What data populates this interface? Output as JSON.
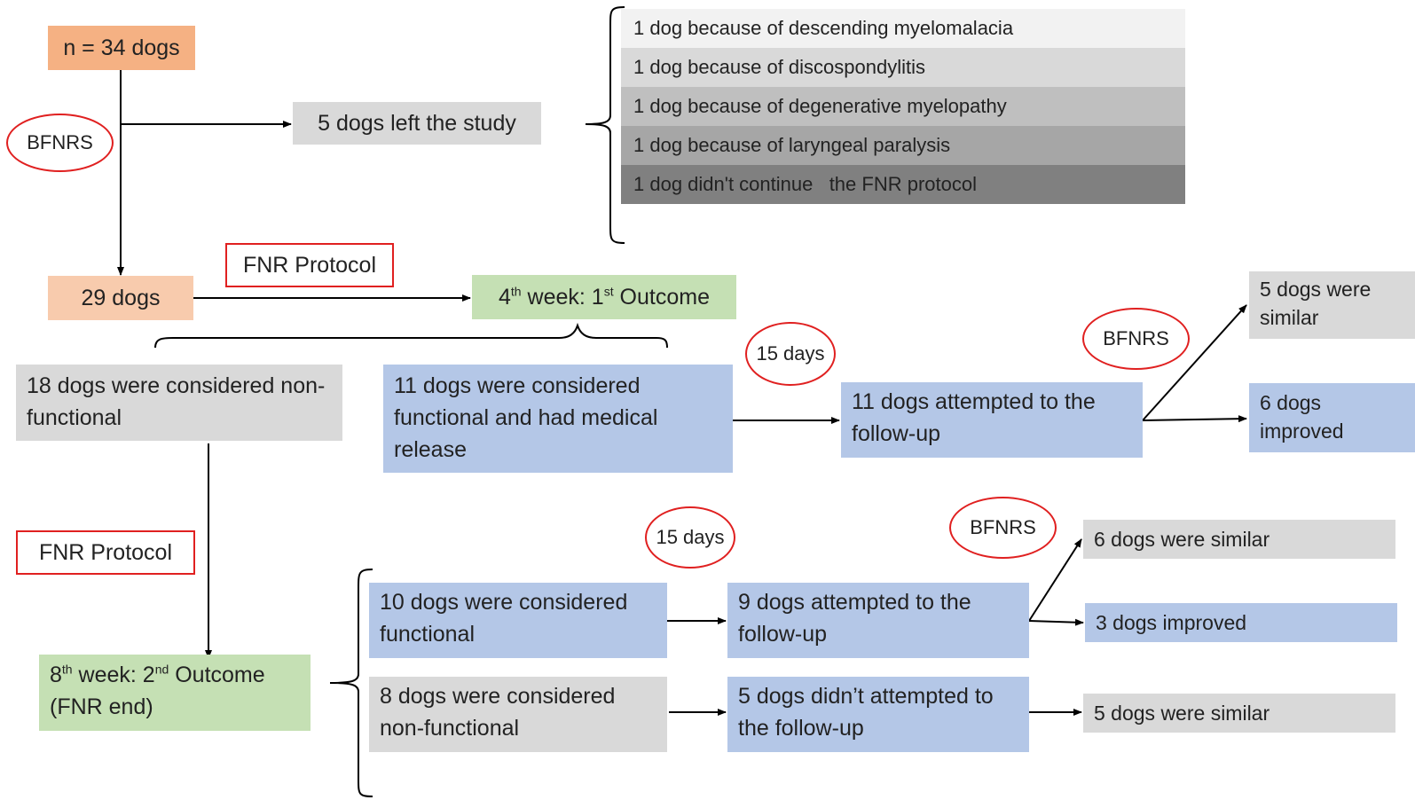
{
  "start": {
    "label": "n = 34 dogs"
  },
  "bfnrs_label": "BFNRS",
  "left_study": {
    "label": "5 dogs left the study"
  },
  "reasons": [
    "1 dog because of descending myelomalacia",
    "1 dog because of discospondylitis",
    "1 dog because of degenerative myelopathy",
    "1 dog because of laryngeal paralysis",
    "1 dog didn't continue   the FNR protocol"
  ],
  "remaining": {
    "label": "29 dogs"
  },
  "fnr_label": "FNR Protocol",
  "outcome1": {
    "pre1": "4",
    "sup1": "th",
    "mid": " week: 1",
    "sup2": "st",
    "post": " Outcome"
  },
  "days_label": "15 days",
  "nonfunctional_18": "18 dogs were considered non-functional",
  "functional_11": "11 dogs were considered functional and had medical release",
  "followup_11": "11 dogs attempted to the follow-up",
  "similar_5": "5 dogs were similar",
  "improved_6": "6 dogs improved",
  "outcome2": {
    "pre1": "8",
    "sup1": "th",
    "mid": " week: 2",
    "sup2": "nd",
    "post": " Outcome",
    "line2": "(FNR end)"
  },
  "functional_10": "10 dogs were considered functional",
  "followup_9": "9 dogs attempted to the follow-up",
  "similar_6": "6 dogs were similar",
  "improved_3": "3 dogs improved",
  "nonfunctional_8": "8 dogs were considered non-functional",
  "not_followup_5": "5 dogs didn’t attempted to the follow-up",
  "similar_5b": "5 dogs were similar",
  "colors": {
    "orange": "#F5B183",
    "orange_light": "#F8CBAD",
    "gray": "#D9D9D9",
    "blue": "#B4C7E7",
    "green": "#C5E0B4",
    "red": "#E02020",
    "reason_shades": [
      "#F2F2F2",
      "#D9D9D9",
      "#BFBFBF",
      "#A6A6A6",
      "#808080"
    ]
  }
}
